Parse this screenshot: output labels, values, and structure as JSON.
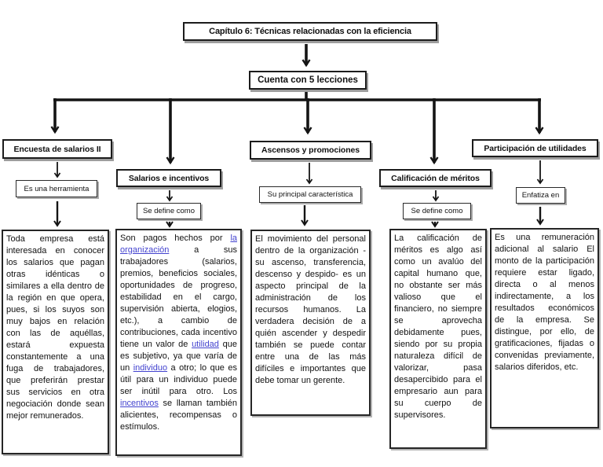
{
  "title": "Capítulo 6: Técnicas relacionadas con la eficiencia",
  "root": "Cuenta con 5 lecciones",
  "link_color": "#4343cf",
  "columns": [
    {
      "id": "encuesta-de-salarios",
      "header": "Encuesta de salarios II",
      "sublabel": "Es una herramienta",
      "body": [
        {
          "text": "Toda empresa está interesada en conocer los salarios que pagan otras idénticas o similares a ella dentro de la región en que opera, pues, si los suyos son muy bajos en relación con las de aquéllas, estará expuesta constantemente a una fuga de trabajadores, que preferirán prestar sus servicios en otra negociación donde sean mejor remunerados."
        }
      ]
    },
    {
      "id": "salarios-e-incentivos",
      "header": "Salarios e incentivos",
      "sublabel": "Se define como",
      "body": [
        {
          "text": "Son pagos hechos por "
        },
        {
          "text": "la organización",
          "link": true
        },
        {
          "text": " a sus trabajadores (salarios, premios, beneficios sociales, oportunidades de progreso, estabilidad en el cargo, supervisión abierta, elogios, etc.), a cambio de contribuciones, cada incentivo tiene un valor de "
        },
        {
          "text": "utilidad",
          "link": true
        },
        {
          "text": " que es subjetivo, ya que varía de un "
        },
        {
          "text": "individuo",
          "link": true
        },
        {
          "text": " a otro; lo que es útil para un individuo puede ser inútil para otro. Los "
        },
        {
          "text": "incentivos",
          "link": true
        },
        {
          "text": " se llaman también alicientes, recompensas o estímulos."
        }
      ]
    },
    {
      "id": "ascensos-y-promociones",
      "header": "Ascensos y promociones",
      "sublabel": "Su principal característica",
      "body": [
        {
          "text": "El movimiento del personal dentro de la organización - su ascenso, transferencia, descenso y despido- es un aspecto principal de la administración de los recursos humanos. La verdadera decisión de a quién ascender y despedir también se puede contar entre una de las más difíciles e importantes que debe tomar un gerente."
        }
      ]
    },
    {
      "id": "calificacion-de-meritos",
      "header": "Calificación de méritos",
      "sublabel": "Se define como",
      "body": [
        {
          "text": "La calificación de méritos es algo así como un avalúo del capital humano que, no obstante ser más valioso que el financiero, no siempre se aprovecha debidamente pues, siendo por su propia naturaleza difícil de valorizar, pasa desapercibido para el empresario aun para su cuerpo de supervisores."
        }
      ]
    },
    {
      "id": "participacion-de-utilidades",
      "header": "Participación de utilidades",
      "sublabel": "Enfatiza en",
      "body": [
        {
          "text": "Es una remuneración adicional al salario El monto de la participación requiere estar ligado, directa o al menos indirectamente, a los resultados económicos de la empresa. Se distingue, por ello, de gratificaciones, fijadas o convenidas previamente, salarios diferidos, etc."
        }
      ]
    }
  ]
}
